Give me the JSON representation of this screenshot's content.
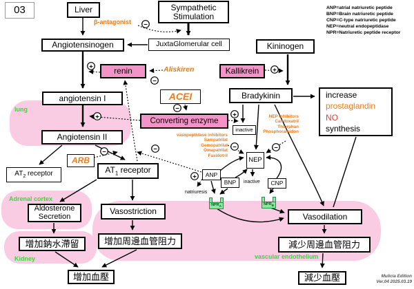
{
  "page_label": "03",
  "legend": {
    "line1": "ANP=atrial natriuretic peptide",
    "line2": "BNP=Brain natriuretic peptide",
    "line3": "CNP=C-type natriuretic peptide",
    "line4": "NEP=neutral endopeptidase",
    "line5": "NPR=Natriuretic peptide receptor"
  },
  "credit": {
    "line1": "Mulicia  Edition",
    "line2": "Ver.04 2025.03.19"
  },
  "icons": {
    "plus": "+",
    "minus": "−"
  },
  "nodes": {
    "liver": "Liver",
    "sympathetic_line1": "Sympathetic",
    "sympathetic_line2": "Stimulation",
    "angiotensinogen": "Angiotensinogen",
    "jg_cell": "JuxtaGlomerular cell",
    "kininogen": "Kininogen",
    "renin": "renin",
    "kallikrein": "Kallikrein",
    "angiotensin_i": "angiotensin I",
    "converting_enzyme": "Converting enzyme",
    "angiotensin_ii": "Angiotensin II",
    "bradykinin": "Bradykinin",
    "increase_line1": "increase",
    "increase_line2": "prostaglandin",
    "increase_line3": "NO",
    "increase_line4": "synthesis",
    "at1_pre": "AT",
    "at1_sub": "1",
    "at1_post": " receptor",
    "at2_pre": "AT",
    "at2_sub": "2",
    "at2_post": " receptor",
    "inactive_bk": "inactive",
    "nep": "NEP",
    "anp": "ANP",
    "bnp": "BNP",
    "cnp": "CNP",
    "inactive_np": "inactive",
    "natriuresis": "natriuresis",
    "npr_a_name": "NPR",
    "npr_a_sub": "A",
    "npr_b_name": "NPR",
    "npr_b_sub": "B",
    "vasodilation": "Vasodilation",
    "aldosterone_line1": "Aldosterone",
    "aldosterone_line2": "Secretion",
    "vasostriction": "Vasostriction",
    "increase_na_water": "增加鈉水滯留",
    "increase_pvr": "增加周邊血管阻力",
    "decrease_pvr": "減少周邊血管阻力",
    "increase_bp": "增加血壓",
    "decrease_bp": "減少血壓"
  },
  "drugs": {
    "beta_antagonist": "β-antagonist",
    "aliskiren": "Aliskiren",
    "acei": "ACEI",
    "arb": "ARB",
    "vasopeptidase_title": "vasopeptidase inhibitors",
    "vasopeptidase_list": [
      "Sampatrilat",
      "Gemopatrilat",
      "Omapatrilat",
      "Fasidotril"
    ],
    "nep_title": "NEP inhibitors",
    "nep_list": [
      "Candoxatril",
      "Thiorphan",
      "Phosphoramidon"
    ]
  },
  "regions": {
    "lung": "lung",
    "adrenal_cortex": "Adrenal cortex",
    "kidney": "Kidney",
    "vascular_endothelium": "vascular endothelium"
  },
  "colors": {
    "pink_box": "#f493c7",
    "pink_region": "#f9cce4",
    "orange": "#e87d1e",
    "red": "#e8402c",
    "green_label": "#3fd43f",
    "receptor_fill": "#8fe6a1",
    "receptor_border": "#0f9a40"
  }
}
